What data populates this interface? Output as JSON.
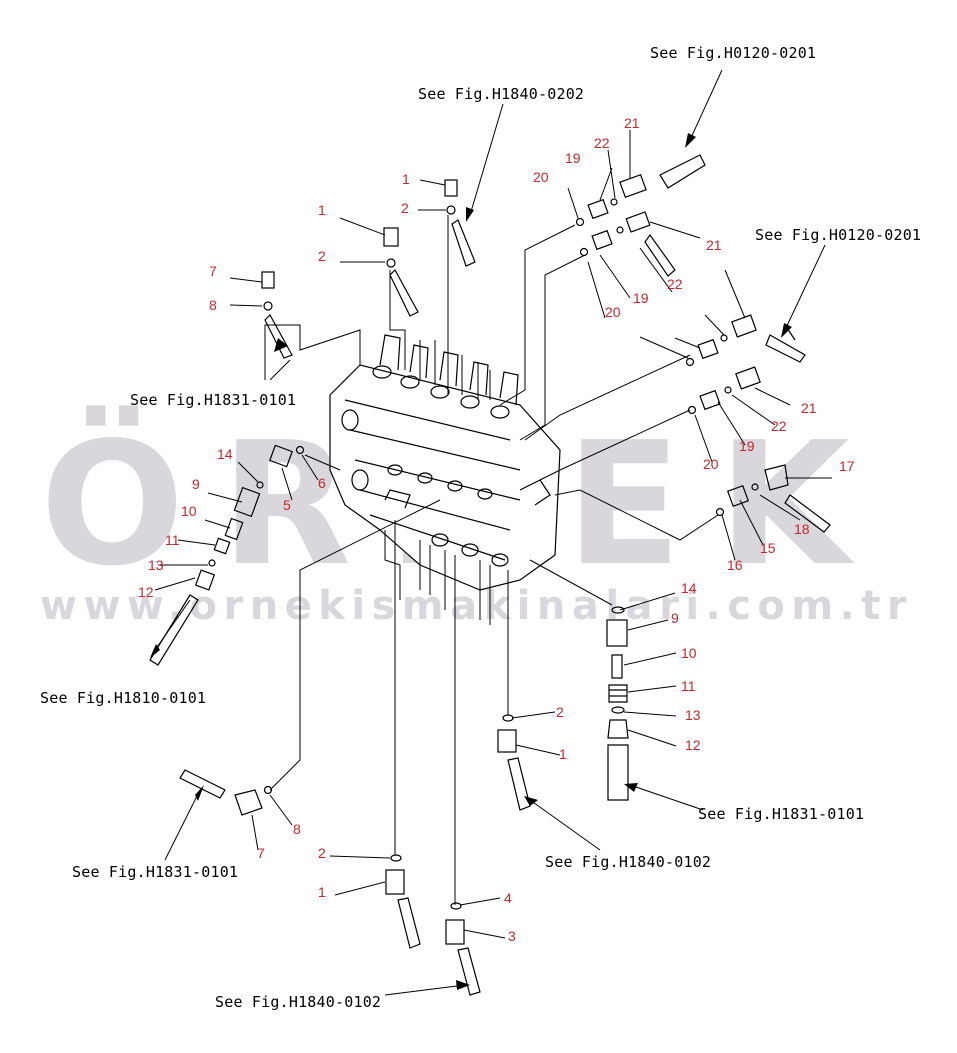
{
  "watermark": {
    "brand": "ÖRNEK",
    "url": "www.ornekismakinalari.com.tr"
  },
  "references": {
    "h0120_0201_top": "See Fig.H0120-0201",
    "h1840_0202": "See Fig.H1840-0202",
    "h0120_0201_right": "See Fig.H0120-0201",
    "h1831_0101_upper": "See Fig.H1831-0101",
    "h1810_0101": "See Fig.H1810-0101",
    "h1831_0101_right": "See Fig.H1831-0101",
    "h1840_0102_mid": "See Fig.H1840-0102",
    "h1831_0101_lower": "See Fig.H1831-0101",
    "h1840_0102_bottom": "See Fig.H1840-0102"
  },
  "part_numbers": {
    "p21a": "21",
    "p22a": "22",
    "p19a": "19",
    "p20a": "20",
    "p1a": "1",
    "p2a": "2",
    "p1b": "1",
    "p2b": "2",
    "p7a": "7",
    "p8a": "8",
    "p21b": "21",
    "p22b": "22",
    "p19b": "19",
    "p20b": "20",
    "p21c": "21",
    "p22c": "22",
    "p19c": "19",
    "p20c": "20",
    "p14a": "14",
    "p6": "6",
    "p5": "5",
    "p9a": "9",
    "p10a": "10",
    "p11a": "11",
    "p13a": "13",
    "p12a": "12",
    "p17": "17",
    "p18": "18",
    "p15": "15",
    "p16": "16",
    "p14b": "14",
    "p9b": "9",
    "p10b": "10",
    "p11b": "11",
    "p13b": "13",
    "p12b": "12",
    "p2c": "2",
    "p1c": "1",
    "p8b": "8",
    "p7b": "7",
    "p2d": "2",
    "p1d": "1",
    "p4": "4",
    "p3": "3"
  }
}
